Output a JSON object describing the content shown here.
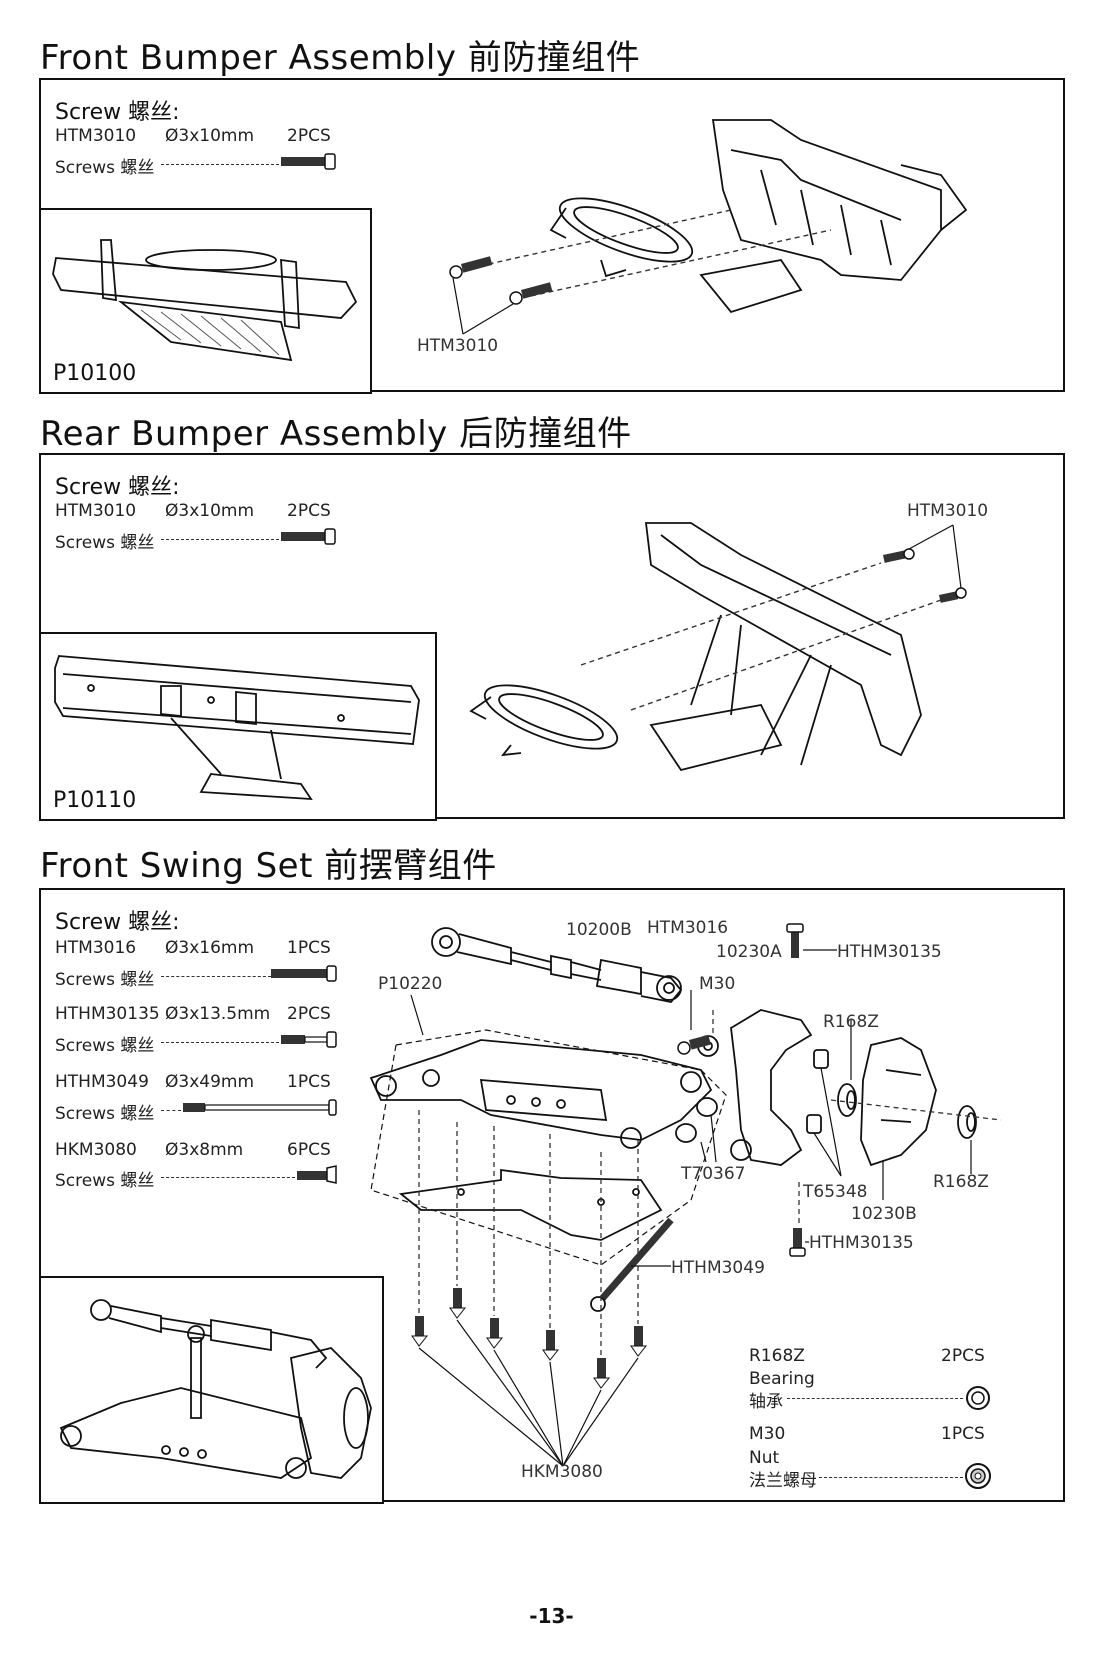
{
  "sections": [
    {
      "title": "Front Bumper Assembly 前防撞组件",
      "screw_heading": "Screw 螺丝:",
      "screws": [
        {
          "code": "HTM3010",
          "size": "Ø3x10mm",
          "qty": "2PCS",
          "label": "Screws 螺丝"
        }
      ],
      "inset_code": "P10100",
      "callouts": [
        "HTM3010"
      ]
    },
    {
      "title": "Rear Bumper Assembly 后防撞组件",
      "screw_heading": "Screw 螺丝:",
      "screws": [
        {
          "code": "HTM3010",
          "size": "Ø3x10mm",
          "qty": "2PCS",
          "label": "Screws 螺丝"
        }
      ],
      "inset_code": "P10110",
      "callouts": [
        "HTM3010"
      ]
    },
    {
      "title": "Front Swing Set 前摆臂组件",
      "screw_heading": "Screw 螺丝:",
      "screws": [
        {
          "code": "HTM3016",
          "size": "Ø3x16mm",
          "qty": "1PCS",
          "label": "Screws 螺丝"
        },
        {
          "code": "HTHM30135",
          "size": "Ø3x13.5mm",
          "qty": "2PCS",
          "label": "Screws 螺丝"
        },
        {
          "code": "HTHM3049",
          "size": "Ø3x49mm",
          "qty": "1PCS",
          "label": "Screws 螺丝"
        },
        {
          "code": "HKM3080",
          "size": "Ø3x8mm",
          "qty": "6PCS",
          "label": "Screws 螺丝"
        }
      ],
      "callouts": [
        "10200B",
        "HTM3016",
        "10230A",
        "HTHM30135",
        "P10220",
        "M30",
        "R168Z",
        "T70367",
        "T65348",
        "10230B",
        "R168Z",
        "HTHM30135",
        "HTHM3049",
        "HKM3080"
      ],
      "parts_list": [
        {
          "code": "R168Z",
          "qty": "2PCS",
          "name_en": "Bearing",
          "name_cn": "轴承"
        },
        {
          "code": "M30",
          "qty": "1PCS",
          "name_en": "Nut",
          "name_cn": "法兰螺母"
        }
      ]
    }
  ],
  "page_number": "-13-"
}
